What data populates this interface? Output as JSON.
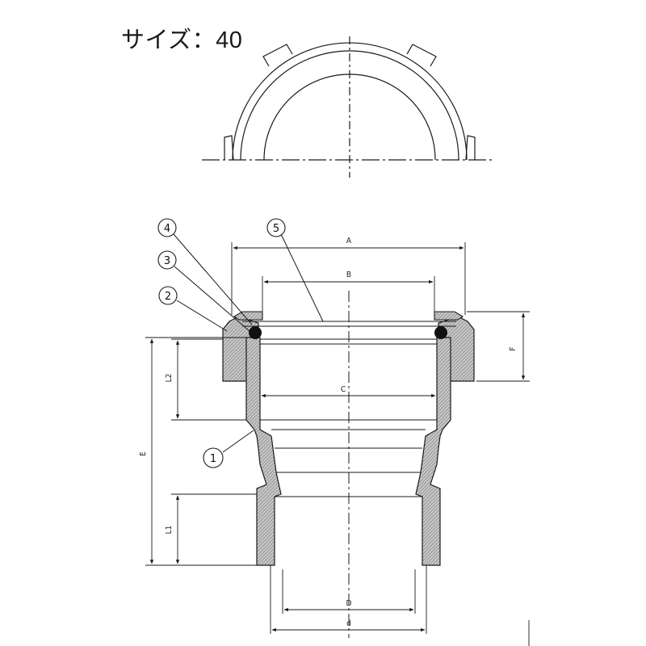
{
  "title": "サイズ：40",
  "part_labels": [
    "1",
    "2",
    "3",
    "4",
    "5"
  ],
  "dimension_labels": {
    "A": "A",
    "B": "B",
    "C": "C",
    "D": "D",
    "d": "d",
    "E": "E",
    "F": "F",
    "L1": "L1",
    "L2": "L2"
  },
  "colors": {
    "line": "#1a1a1a",
    "hatch": "#7a7a7a",
    "fill": "#ffffff"
  }
}
